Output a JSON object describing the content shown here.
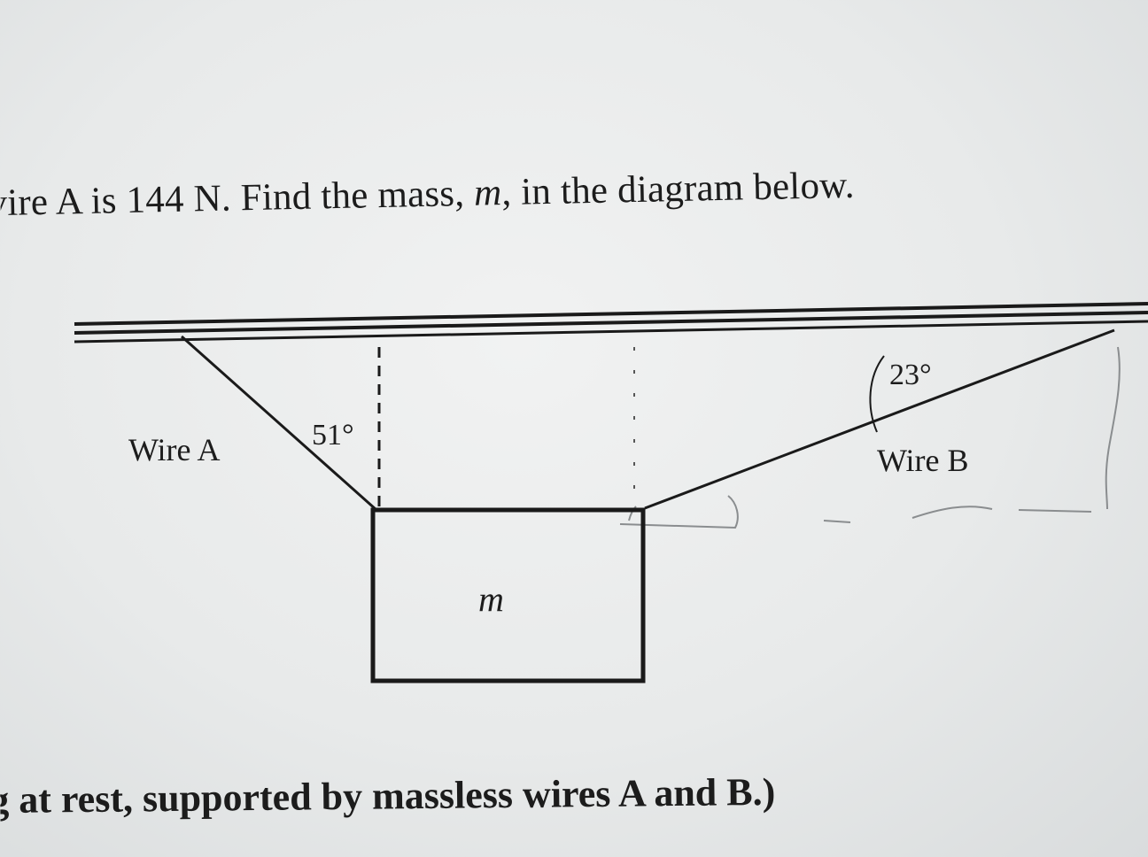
{
  "problem": {
    "prefix": "vire A is 144 N.",
    "text_before_var": " Find the mass, ",
    "variable": "m",
    "text_after_var": ", in the diagram below."
  },
  "diagram": {
    "wire_a_label": "Wire A",
    "wire_b_label": "Wire B",
    "angle_a": "51°",
    "angle_b": "23°",
    "mass_label": "m"
  },
  "footer": {
    "text": "g at rest, supported by massless wires A and B.)"
  }
}
